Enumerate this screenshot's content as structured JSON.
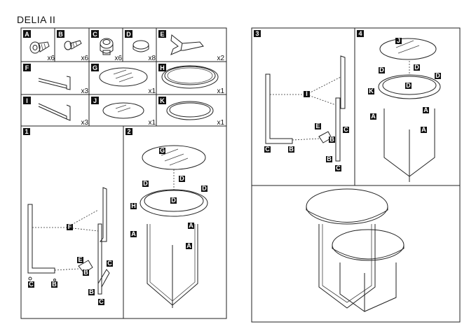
{
  "title": "DELIA II",
  "parts": [
    {
      "letter": "A",
      "qty": "x6"
    },
    {
      "letter": "B",
      "qty": "x6"
    },
    {
      "letter": "C",
      "qty": "x6"
    },
    {
      "letter": "D",
      "qty": "x8"
    },
    {
      "letter": "E",
      "qty": "x2"
    },
    {
      "letter": "F",
      "qty": "x3"
    },
    {
      "letter": "G",
      "qty": "x1"
    },
    {
      "letter": "H",
      "qty": "x1"
    },
    {
      "letter": "I",
      "qty": "x3"
    },
    {
      "letter": "J",
      "qty": "x1"
    },
    {
      "letter": "K",
      "qty": "x1"
    }
  ],
  "steps": [
    "1",
    "2",
    "3",
    "4"
  ],
  "callouts": {
    "s1": [
      "F",
      "E",
      "B",
      "C",
      "C",
      "B",
      "B",
      "C"
    ],
    "s2": [
      "G",
      "D",
      "D",
      "D",
      "D",
      "H",
      "A",
      "A",
      "A"
    ],
    "s3": [
      "I",
      "E",
      "B",
      "C",
      "C",
      "B",
      "B",
      "C"
    ],
    "s4": [
      "J",
      "D",
      "D",
      "D",
      "D",
      "K",
      "A",
      "A",
      "A"
    ]
  }
}
